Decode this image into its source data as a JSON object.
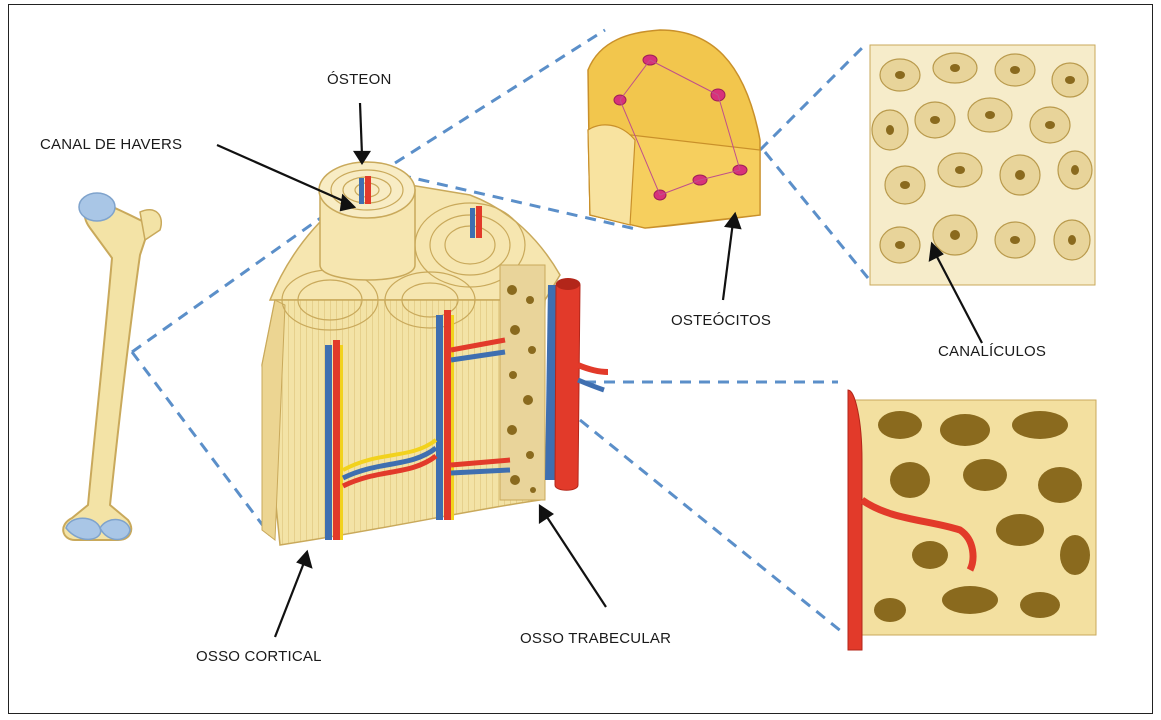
{
  "labels": {
    "osteon": "ÓSTEON",
    "haversian_canal": "CANAL DE HAVERS",
    "osteocytes": "OSTEÓCITOS",
    "canaliculi": "CANALÍCULOS",
    "cortical_bone": "OSSO CORTICAL",
    "trabecular_bone": "OSSO TRABECULAR"
  },
  "colors": {
    "bone": "#f3e3a6",
    "bone_dark": "#e2c77a",
    "cartilage": "#a9c6e6",
    "artery": "#e23a2a",
    "vein": "#3f6fb0",
    "nerve": "#f2d21d",
    "osteocyte": "#d8327a",
    "connector_dash": "#5b8fc9",
    "trabecular_cavity": "#8a6a1e"
  }
}
